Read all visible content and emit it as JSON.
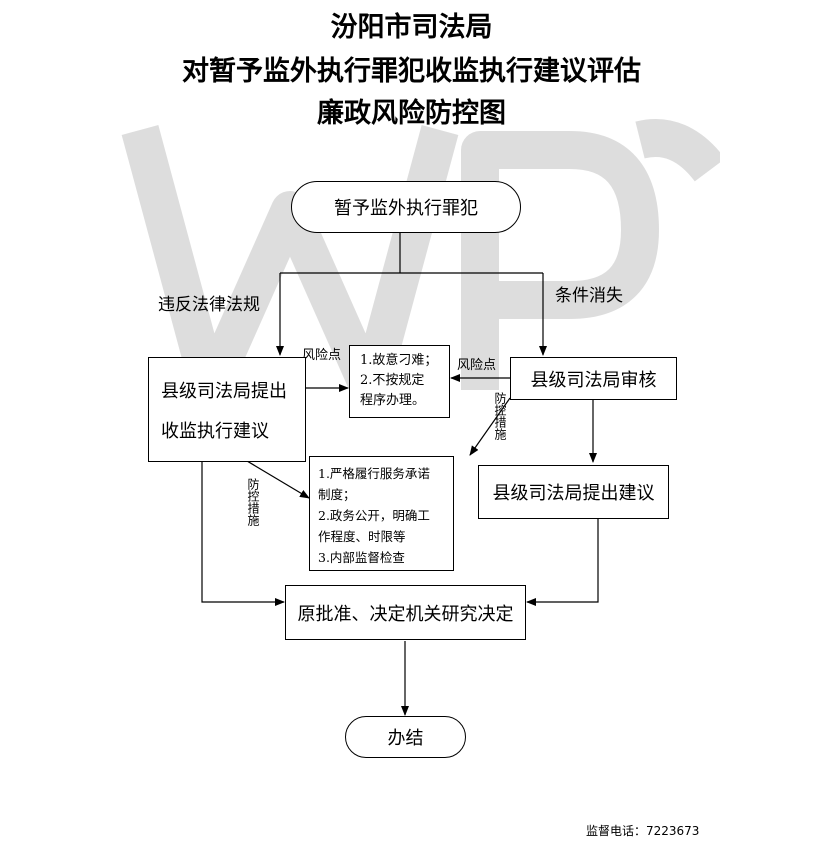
{
  "title": {
    "line1": "汾阳市司法局",
    "line2": "对暂予监外执行罪犯收监执行建议评估",
    "line3": "廉政风险防控图"
  },
  "nodes": {
    "start": "暂予监外执行罪犯",
    "county_propose_line1": "县级司法局提出",
    "county_propose_line2": "收监执行建议",
    "county_review": "县级司法局审核",
    "county_propose_suggestion": "县级司法局提出建议",
    "decision": "原批准、决定机关研究决定",
    "end": "办结"
  },
  "edge_labels": {
    "violation": "违反法律法规",
    "condition_lost": "条件消失",
    "risk_left": "风险点",
    "risk_right": "风险点",
    "prevention_left": "防控措施",
    "prevention_right": "防控措施"
  },
  "risk_box": {
    "lines": [
      "1.故意刁难；",
      "2.不按规定",
      "程序办理。"
    ]
  },
  "measures_box": {
    "lines": [
      "1.严格履行服务承诺",
      "制度；",
      "2.政务公开，明确工",
      "作程度、时限等",
      "3.内部监督检查"
    ]
  },
  "footer": "监督电话：7223673"
}
